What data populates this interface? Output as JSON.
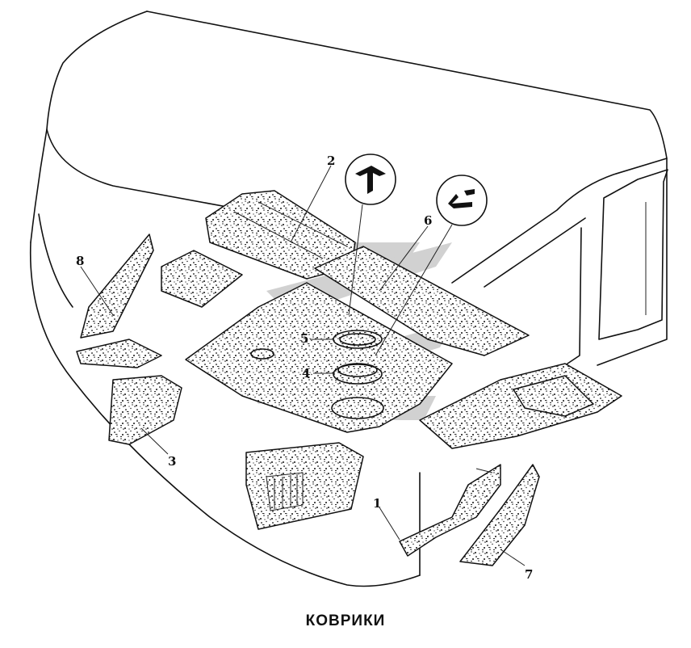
{
  "caption": "КОВРИКИ",
  "callouts": [
    {
      "id": "1",
      "text": "1"
    },
    {
      "id": "2",
      "text": "2"
    },
    {
      "id": "3",
      "text": "3"
    },
    {
      "id": "4",
      "text": "4"
    },
    {
      "id": "5",
      "text": "5"
    },
    {
      "id": "6",
      "text": "6"
    },
    {
      "id": "7",
      "text": "7"
    },
    {
      "id": "8",
      "text": "8"
    }
  ],
  "colors": {
    "line": "#111111",
    "background": "#ffffff",
    "watermark": "#b0b0b0"
  },
  "icons": [
    "cab-outline",
    "floor-mat-stipple",
    "detail-callout-arrow-profile",
    "detail-callout-channel-profile",
    "watermark-logo"
  ]
}
